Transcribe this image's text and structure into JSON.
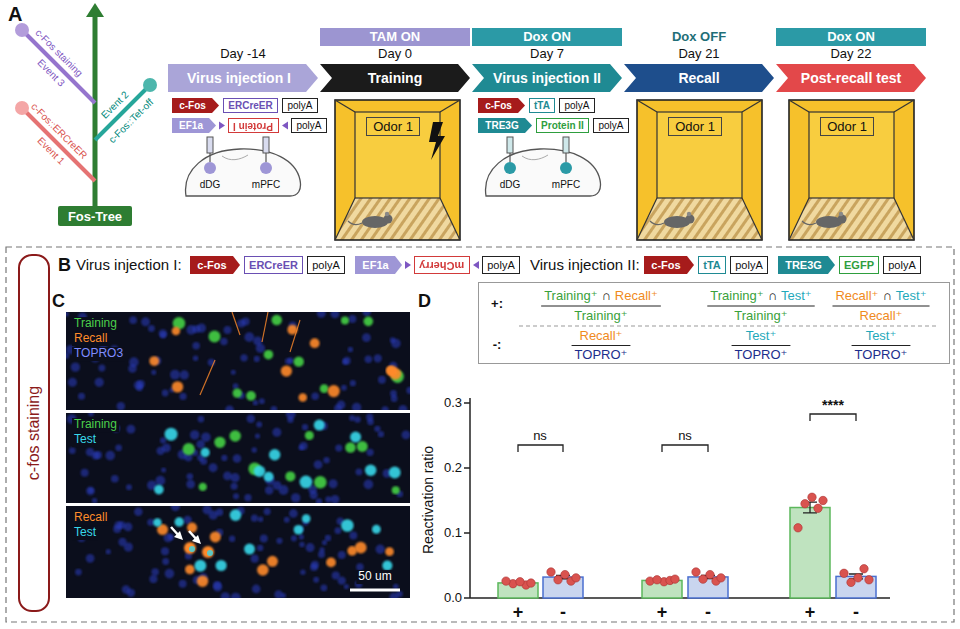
{
  "diagram": {
    "nodes": [
      {
        "text": [
          "Fos-Tree"
        ]
      },
      {
        "text": [
          "TAM ON",
          "Day 0"
        ]
      },
      {
        "text": [
          "Dox ON",
          "Day 7"
        ]
      },
      {
        "text": [
          "Dox ON",
          "Day 22"
        ]
      },
      {
        "text": [
          "Virus injection I"
        ]
      },
      {
        "text": [
          "Training"
        ]
      },
      {
        "text": [
          "Virus injection II"
        ]
      },
      {
        "text": [
          "Recall"
        ]
      },
      {
        "text": [
          "Post-recall test"
        ]
      },
      {
        "text": [
          "c-Fos"
        ]
      },
      {
        "text": [
          "ERCreER"
        ]
      },
      {
        "text": [
          "polyA"
        ]
      },
      {
        "text": [
          "EF1a"
        ]
      },
      {
        "text": [
          "Protein I"
        ]
      },
      {
        "text": [
          "polyA"
        ]
      },
      {
        "text": [
          "c-Fos"
        ]
      },
      {
        "text": [
          "tTA"
        ]
      },
      {
        "text": [
          "polyA"
        ]
      },
      {
        "text": [
          "TRE3G"
        ]
      },
      {
        "text": [
          "Protein II"
        ]
      },
      {
        "text": [
          "polyA"
        ]
      },
      {
        "text": [
          "Odor 1"
        ]
      },
      {
        "text": [
          "Odor 1"
        ]
      },
      {
        "text": [
          "Odor 1"
        ]
      },
      {
        "text": [
          "c-fos staining"
        ]
      },
      {
        "text": [
          "c-Fos"
        ]
      },
      {
        "text": [
          "ERCreER"
        ]
      },
      {
        "text": [
          "polyA"
        ]
      },
      {
        "text": [
          "EF1a"
        ]
      },
      {
        "text": [
          "mCherry"
        ]
      },
      {
        "text": [
          "polyA"
        ]
      },
      {
        "text": [
          "c-Fos"
        ]
      },
      {
        "text": [
          "tTA"
        ]
      },
      {
        "text": [
          "polyA"
        ]
      },
      {
        "text": [
          "TRE3G"
        ]
      },
      {
        "text": [
          "EGFP"
        ]
      },
      {
        "text": [
          "polyA"
        ]
      },
      {
        "text": [
          "+:",
          "Training⁺",
          "∩",
          "Recall⁺",
          "Training⁺",
          "Training⁺",
          "∩",
          "Test⁺",
          "Training⁺",
          "Recall⁺",
          "∩",
          "Test⁺",
          "Recall⁺",
          "-:",
          "Recall⁺",
          "TOPRO⁺",
          "Test⁺",
          "TOPRO⁺",
          "Test⁺",
          "TOPRO⁺"
        ]
      }
    ],
    "labels": [
      "A",
      "Event 3",
      "c-Fos staining",
      "Event 2",
      "c-Fos::Tet-off",
      "Event 1",
      "c-Fos::ERCreER",
      "Day -14",
      "Dox OFF",
      "Day 21",
      "dDG",
      "mPFC",
      "dDG",
      "mPFC",
      "B",
      "Virus injection I:",
      "Virus injection II:",
      "C",
      "Training",
      "Recall",
      "TOPRO3",
      "Training",
      "Test",
      "Recall",
      "Test",
      "50 um",
      "D",
      "Reactivation ratio",
      "0.3",
      "0.2",
      "0.1",
      "0.0",
      "ns",
      "ns",
      "****",
      "+",
      "-",
      "+",
      "-",
      "+",
      "-"
    ]
  }
}
